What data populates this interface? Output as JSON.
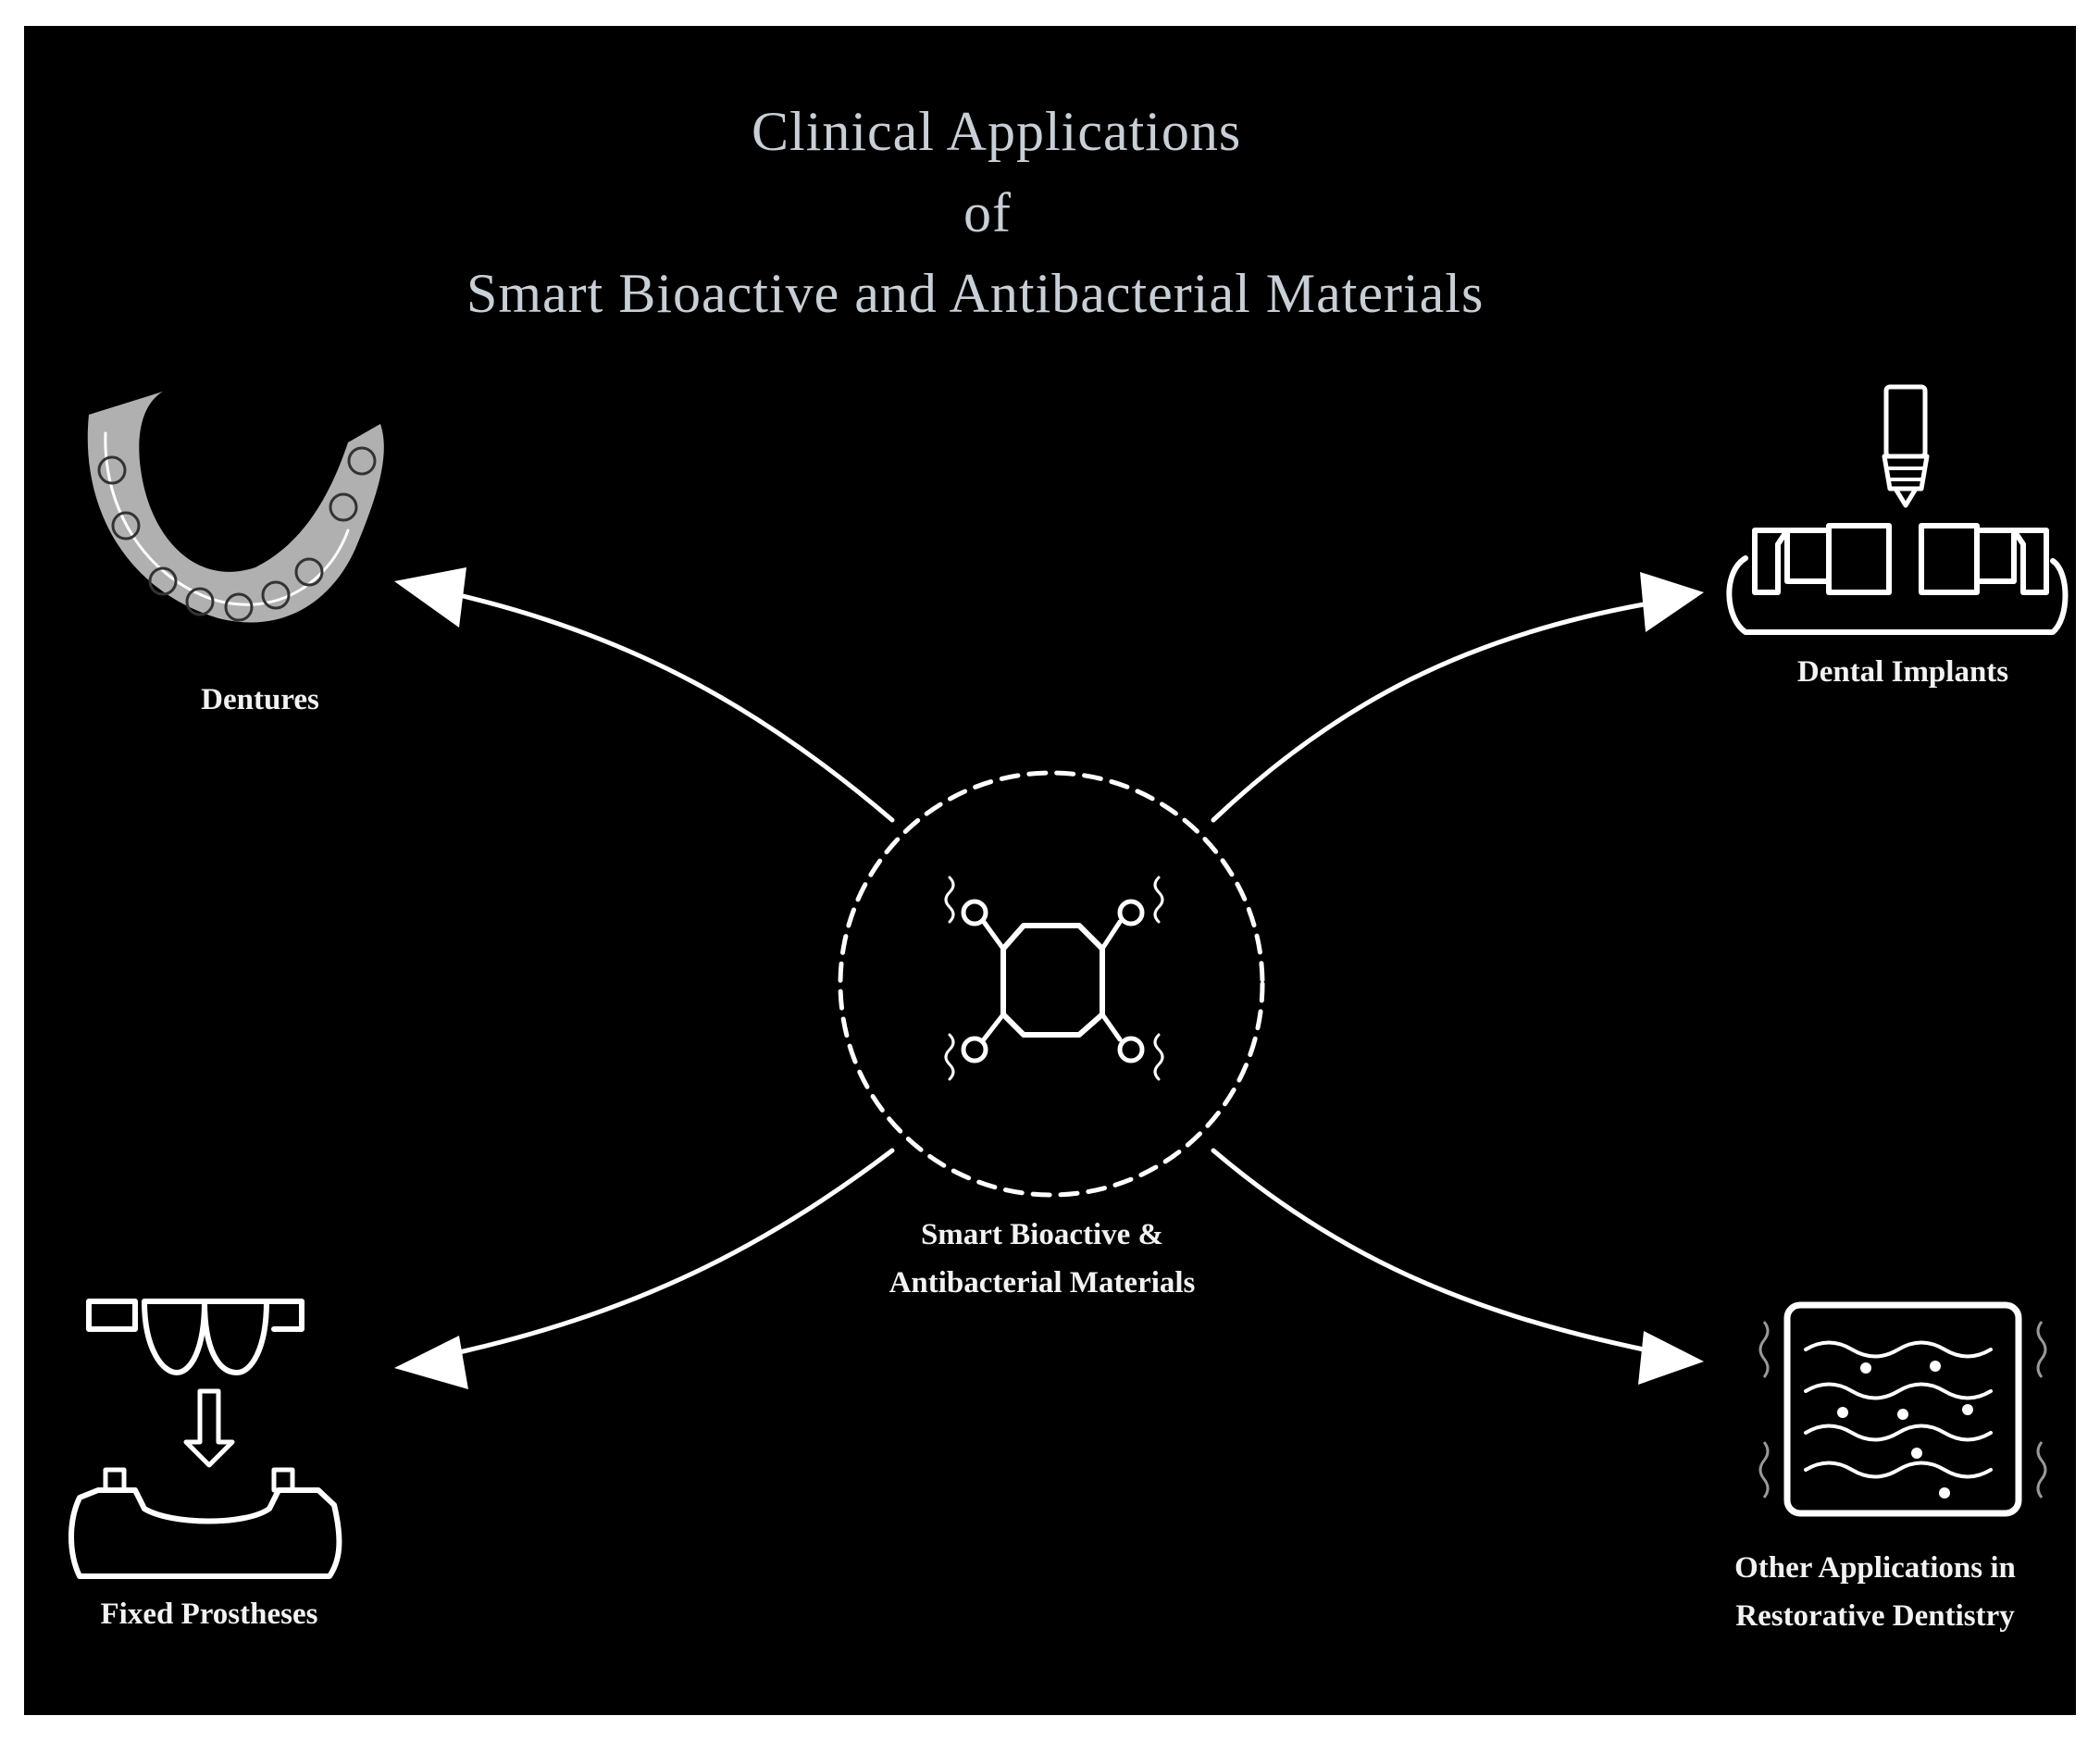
{
  "title": {
    "line1": "Clinical Applications",
    "line2": "of",
    "line3": "Smart Bioactive and Antibacterial Materials"
  },
  "center": {
    "label_line1": "Smart Bioactive &",
    "label_line2": "Antibacterial Materials",
    "icon": "molecule-icon"
  },
  "applications": [
    {
      "label": "Dentures",
      "icon": "denture-icon"
    },
    {
      "label": "Dental Implants",
      "icon": "dental-implant-icon"
    },
    {
      "label": "Fixed Prostheses",
      "icon": "fixed-prosthesis-icon"
    },
    {
      "label_line1": "Other Applications in",
      "label_line2": "Restorative Dentistry",
      "icon": "restorative-scaffold-icon"
    }
  ],
  "colors": {
    "background": "#000000",
    "title": "#c9cfd6",
    "ink": "#ffffff"
  }
}
